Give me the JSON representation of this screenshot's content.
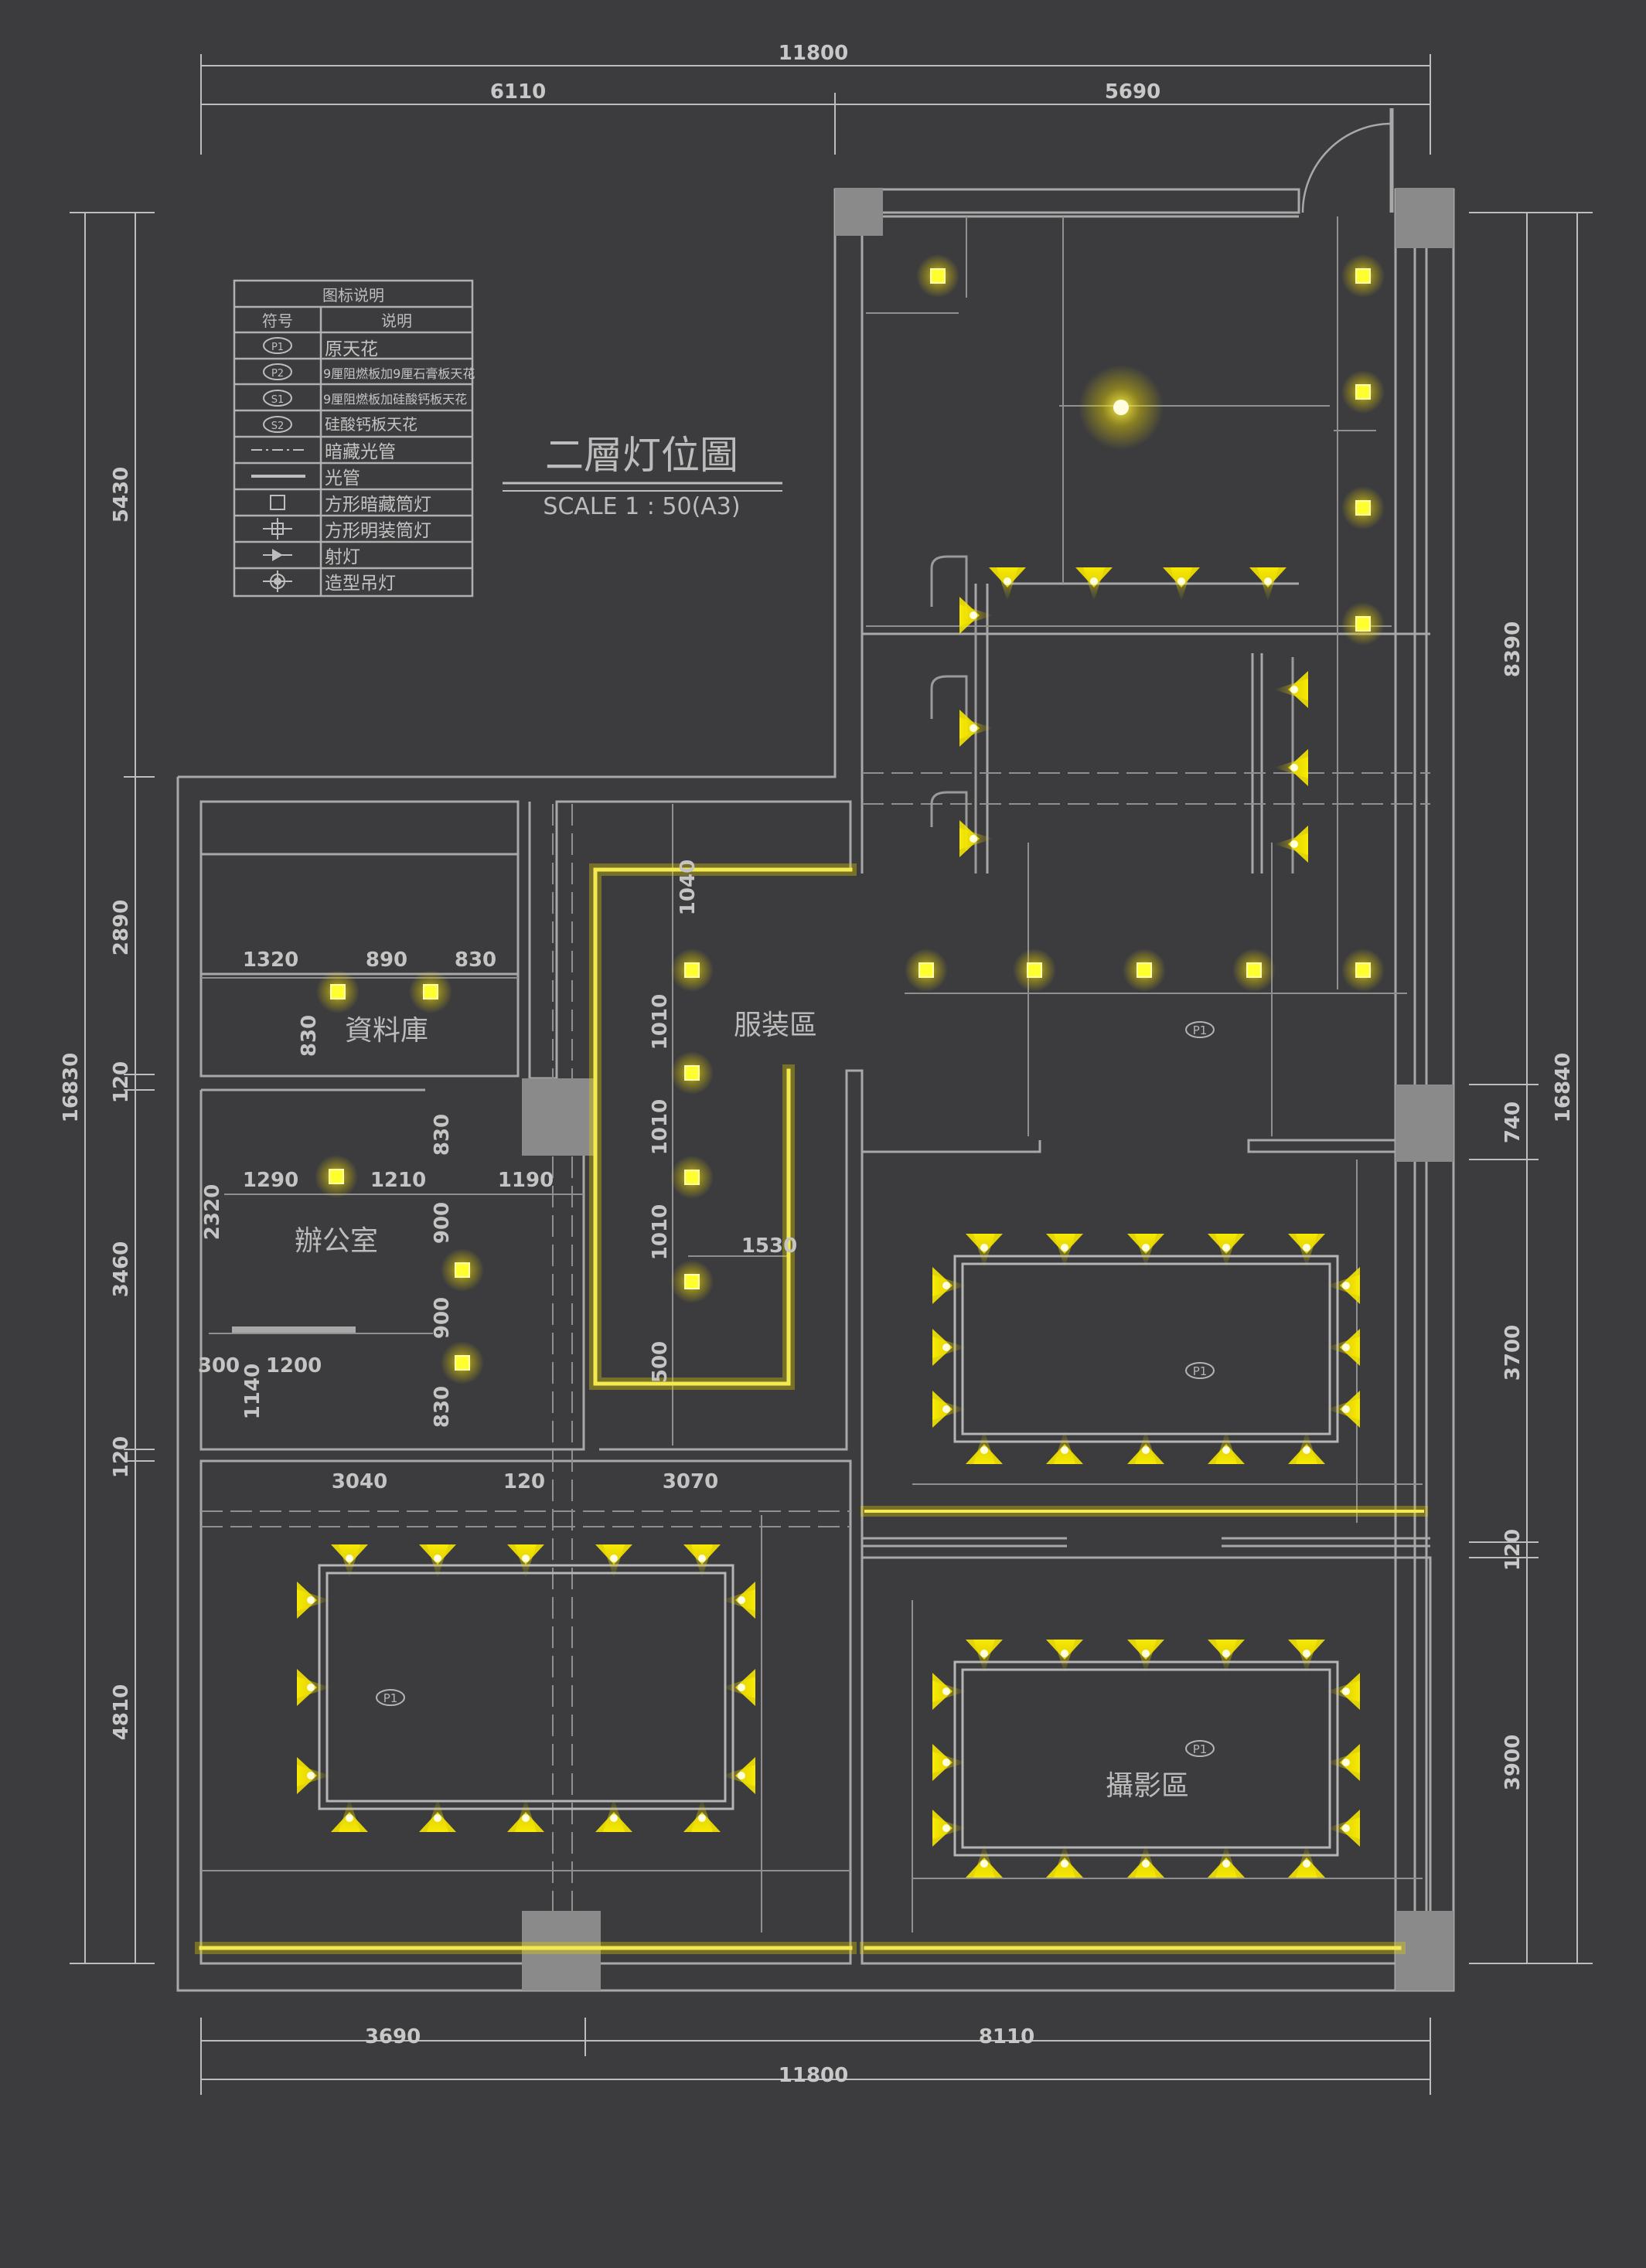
{
  "title": "二層灯位圖",
  "scale": "SCALE 1 : 50(A3)",
  "legend": {
    "title": "图标说明",
    "col_symbol": "符号",
    "col_desc": "说明",
    "items": [
      {
        "symbol": "P1",
        "desc": "原天花"
      },
      {
        "symbol": "P2",
        "desc": "9厘阻燃板加9厘石膏板天花"
      },
      {
        "symbol": "S1",
        "desc": "9厘阻燃板加硅酸钙板天花"
      },
      {
        "symbol": "S2",
        "desc": "硅酸钙板天花"
      },
      {
        "symbol": "dash-line",
        "desc": "暗藏光管"
      },
      {
        "symbol": "solid-line",
        "desc": "光管"
      },
      {
        "symbol": "square",
        "desc": "方形暗藏筒灯"
      },
      {
        "symbol": "square-cross",
        "desc": "方形明装筒灯"
      },
      {
        "symbol": "spot",
        "desc": "射灯"
      },
      {
        "symbol": "pendant",
        "desc": "造型吊灯"
      }
    ]
  },
  "rooms": {
    "archive": "資料庫",
    "office": "辦公室",
    "clothing": "服装區",
    "photo": "攝影區"
  },
  "ceiling_tags": [
    "P1",
    "P1",
    "P1",
    "P1"
  ],
  "dimensions": {
    "top_total": "11800",
    "top_left": "6110",
    "top_right": "5690",
    "bottom_total": "11800",
    "bottom_left": "3690",
    "bottom_right": "8110",
    "left_total": "16830",
    "left_1": "5430",
    "left_2": "2890",
    "left_3": "120",
    "left_4": "3460",
    "left_5": "120",
    "left_6": "4810",
    "right_total": "16840",
    "right_1": "8390",
    "right_2": "740",
    "right_3": "3700",
    "right_4": "120",
    "right_5": "3900"
  },
  "inner_dims": {
    "archive_a": "1320",
    "archive_b": "890",
    "archive_c": "830",
    "archive_h": "830",
    "office_a": "1290",
    "office_b": "1210",
    "office_c": "1190",
    "office_h": "2320",
    "office_d": "300",
    "office_e": "1200",
    "office_f": "1140",
    "office_v1": "830",
    "office_v2": "900",
    "office_v3": "900",
    "office_v4": "830",
    "cloth_v0": "1040",
    "cloth_v1": "1010",
    "cloth_v2": "1010",
    "cloth_v3": "1010",
    "cloth_v4": "500",
    "cloth_w": "1530",
    "lower_a": "3040",
    "lower_b": "120",
    "lower_c": "3070"
  },
  "colors": {
    "background": "#3c3c3e",
    "line": "#a8a8a8",
    "wall": "#8a8a8a",
    "light": "#ffff00",
    "glow": "#ffe600"
  }
}
